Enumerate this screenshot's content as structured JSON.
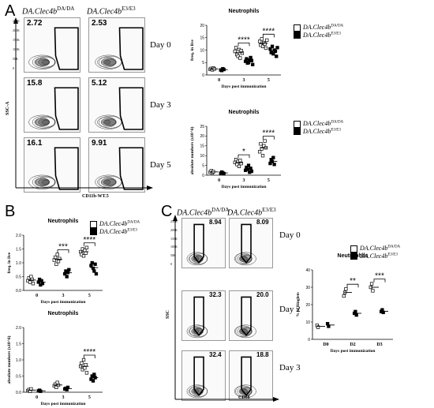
{
  "panels": {
    "A": "A",
    "B": "B",
    "C": "C"
  },
  "flowA": {
    "geno_dd": "DA.Clec4b",
    "geno_dd_sup": "DA/DA",
    "geno_e3": "DA.Clec4b",
    "geno_e3_sup": "E3/E3",
    "days": [
      "Day 0",
      "Day 3",
      "Day 5"
    ],
    "values_dd": [
      "2.72",
      "15.8",
      "16.1"
    ],
    "values_e3": [
      "2.53",
      "5.12",
      "9.91"
    ],
    "ylabel": "SSC-A",
    "xlabel": "CD11b-WT.5",
    "yticks": [
      "250K",
      "200K",
      "150K",
      "100K",
      "50K",
      "0"
    ]
  },
  "flowC": {
    "geno_dd": "DA.Clec4b",
    "geno_dd_sup": "DA/DA",
    "geno_e3": "DA.Clec4b",
    "geno_e3_sup": "E3/E3",
    "days": [
      "Day 0",
      "Day 2",
      "Day 3"
    ],
    "values_dd": [
      "8.94",
      "32.3",
      "32.4"
    ],
    "values_e3": [
      "8.09",
      "20.0",
      "18.8"
    ],
    "ylabel": "SSC",
    "xlabel": "CD68",
    "yticks": [
      "250K",
      "200K",
      "150K",
      "100K",
      "50K",
      "0"
    ]
  },
  "legend": {
    "dd": "DA.Clec4b",
    "dd_sup": "DA/DA",
    "e3": "DA.Clec4b",
    "e3_sup": "E3/E3"
  },
  "chart_data": [
    {
      "id": "A1",
      "type": "scatter",
      "title": "Neutrophils",
      "ylabel": "freq. in live",
      "xlabel": "Days post immunization",
      "categories": [
        "0",
        "3",
        "5"
      ],
      "ylim": [
        0,
        20
      ],
      "yticks": [
        "0",
        "5",
        "10",
        "15",
        "20"
      ],
      "series": [
        {
          "name": "DA.Clec4b DA/DA",
          "marker": "open-square",
          "values": [
            [
              2.3,
              2.6,
              2.1,
              2.8,
              2.4
            ],
            [
              9.5,
              11,
              8.2,
              7.5,
              10.2,
              6.8,
              9.8,
              8.8
            ],
            [
              13.5,
              12,
              14.5,
              11.5,
              13,
              12.5,
              10.8,
              14
            ]
          ]
        },
        {
          "name": "DA.Clec4b E3/E3",
          "marker": "filled-square",
          "values": [
            [
              2,
              1.8,
              2.5,
              2.2
            ],
            [
              5.5,
              6.5,
              4.8,
              5,
              6,
              7,
              5.8,
              4.2
            ],
            [
              10.5,
              9,
              11.5,
              8.5,
              10,
              9.5,
              7.5,
              11
            ]
          ]
        }
      ],
      "significance": [
        {
          "x": "3",
          "label": "****"
        },
        {
          "x": "5",
          "label": "****"
        }
      ]
    },
    {
      "id": "A2",
      "type": "scatter",
      "title": "Neutrophils",
      "ylabel": "absolute numbers (x10^6)",
      "xlabel": "Days post immunization",
      "categories": [
        "0",
        "3",
        "5"
      ],
      "ylim": [
        0,
        25
      ],
      "yticks": [
        "0",
        "5",
        "10",
        "15",
        "20",
        "25"
      ],
      "series": [
        {
          "name": "DA.Clec4b DA/DA",
          "marker": "open-square",
          "values": [
            [
              1.5,
              2.2,
              1.2,
              1.8
            ],
            [
              6.5,
              8,
              5.5,
              7,
              4.5,
              7.5,
              6
            ],
            [
              12,
              16,
              13.5,
              10,
              15,
              17.5,
              14
            ]
          ]
        },
        {
          "name": "DA.Clec4b E3/E3",
          "marker": "filled-square",
          "values": [
            [
              1,
              1.6,
              1.2,
              0.8
            ],
            [
              2.5,
              4,
              3,
              5,
              1.5,
              3.5,
              2
            ],
            [
              6,
              8,
              7,
              9,
              5.5
            ]
          ]
        }
      ],
      "significance": [
        {
          "x": "3",
          "label": "*"
        },
        {
          "x": "5",
          "label": "****"
        }
      ]
    },
    {
      "id": "B1",
      "type": "scatter",
      "title": "Neutrophils",
      "ylabel": "freq. in live",
      "xlabel": "Days post immunization",
      "categories": [
        "0",
        "3",
        "5"
      ],
      "ylim": [
        0,
        2.0
      ],
      "yticks": [
        "0.0",
        "0.5",
        "1.0",
        "1.5",
        "2.0"
      ],
      "series": [
        {
          "name": "DA.Clec4b DA/DA",
          "marker": "open-square",
          "values": [
            [
              0.35,
              0.45,
              0.3,
              0.5,
              0.4,
              0.25
            ],
            [
              1.1,
              1.2,
              0.95,
              1.3,
              1.05,
              1.15
            ],
            [
              1.4,
              1.3,
              1.5,
              1.25,
              1.45,
              1.35,
              1.55
            ]
          ]
        },
        {
          "name": "DA.Clec4b E3/E3",
          "marker": "filled-square",
          "values": [
            [
              0.3,
              0.4,
              0.2,
              0.35,
              0.25
            ],
            [
              0.6,
              0.7,
              0.5,
              0.65,
              0.75
            ],
            [
              0.9,
              1.0,
              0.8,
              0.7,
              0.95,
              0.6
            ]
          ]
        }
      ],
      "significance": [
        {
          "x": "3",
          "label": "***"
        },
        {
          "x": "5",
          "label": "****"
        }
      ]
    },
    {
      "id": "B2",
      "type": "scatter",
      "title": "Neutrophils",
      "ylabel": "absolute numbers (x10^6)",
      "xlabel": "Days post immunization",
      "categories": [
        "0",
        "3",
        "5"
      ],
      "ylim": [
        0,
        2.0
      ],
      "yticks": [
        "0.0",
        "0.5",
        "1.0",
        "1.5",
        "2.0"
      ],
      "series": [
        {
          "name": "DA.Clec4b DA/DA",
          "marker": "open-square",
          "values": [
            [
              0.05,
              0.08,
              0.03,
              0.1
            ],
            [
              0.2,
              0.25,
              0.15,
              0.3,
              0.22
            ],
            [
              0.8,
              0.9,
              0.7,
              1.0,
              0.75,
              0.85,
              0.6
            ]
          ]
        },
        {
          "name": "DA.Clec4b E3/E3",
          "marker": "filled-square",
          "values": [
            [
              0.04,
              0.06,
              0.03
            ],
            [
              0.1,
              0.12,
              0.08,
              0.15
            ],
            [
              0.4,
              0.5,
              0.35,
              0.55,
              0.45
            ]
          ]
        }
      ],
      "significance": [
        {
          "x": "5",
          "label": "****"
        }
      ]
    },
    {
      "id": "C1",
      "type": "scatter",
      "title": "Neutrophils",
      "ylabel": "% of Singlets",
      "xlabel": "Days post immunization",
      "categories": [
        "D0",
        "D2",
        "D3"
      ],
      "ylim": [
        0,
        40
      ],
      "yticks": [
        "0",
        "10",
        "20",
        "30",
        "40"
      ],
      "series": [
        {
          "name": "DA.Clec4b DA/DA",
          "marker": "open-square",
          "values": [
            [
              8,
              7
            ],
            [
              25,
              27,
              29
            ],
            [
              30,
              32,
              28
            ]
          ]
        },
        {
          "name": "DA.Clec4b E3/E3",
          "marker": "filled-square",
          "values": [
            [
              9,
              7.5
            ],
            [
              15,
              16,
              14
            ],
            [
              16,
              17,
              15.5
            ]
          ]
        }
      ],
      "significance": [
        {
          "x": "D2",
          "label": "**"
        },
        {
          "x": "D3",
          "label": "***"
        }
      ]
    }
  ]
}
